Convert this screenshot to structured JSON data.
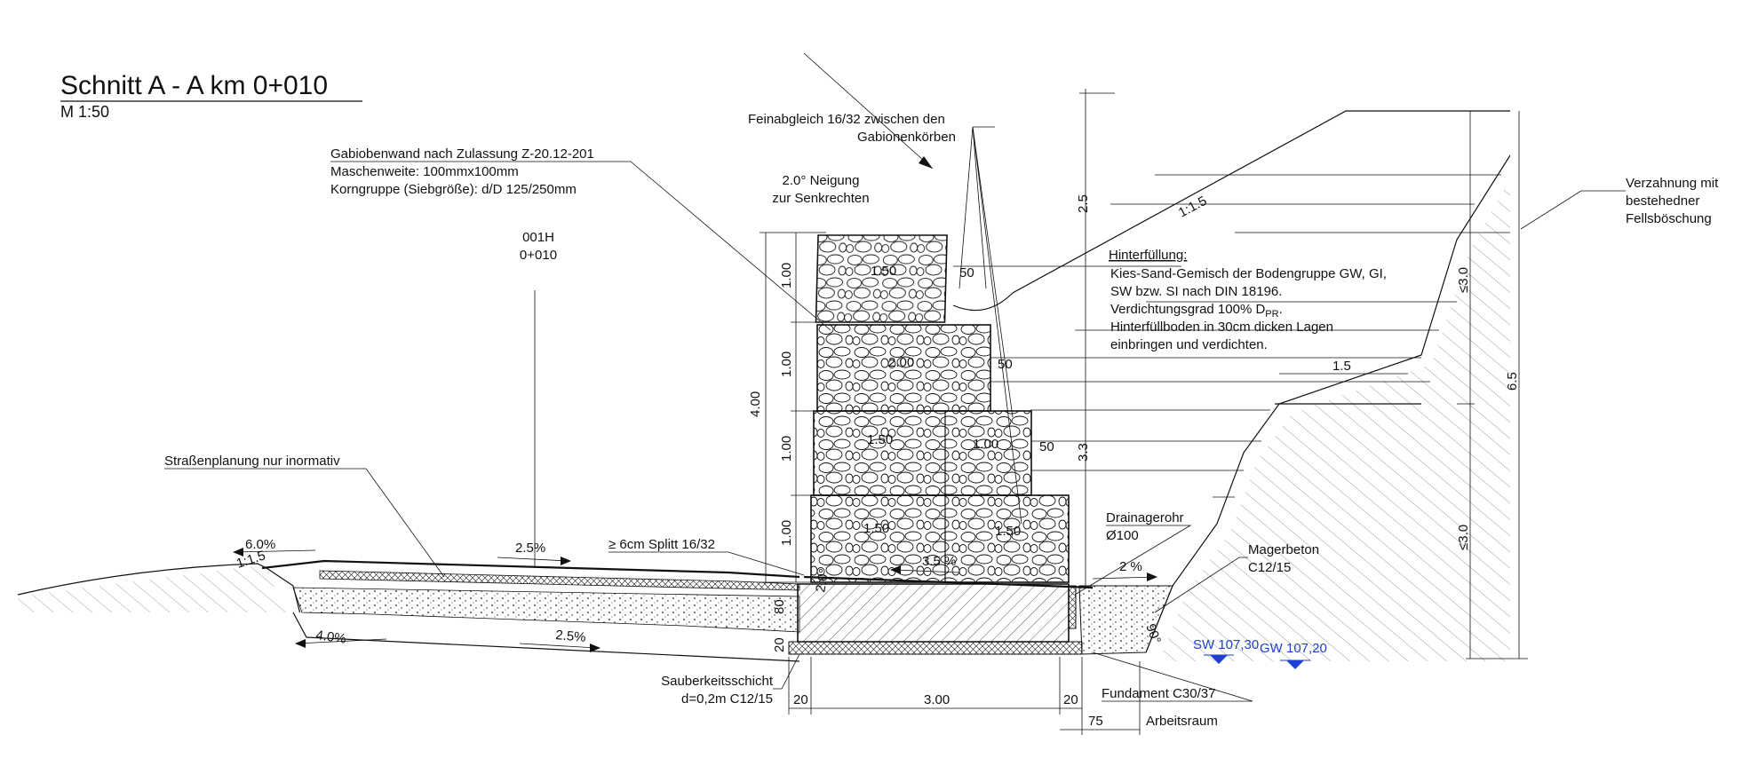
{
  "title": "Schnitt A - A km 0+010",
  "scale": "M 1:50",
  "station": {
    "id": "001H",
    "km": "0+010"
  },
  "labels": {
    "gabion_l1": "Gabiobenwand nach Zulassung Z-20.12-201",
    "gabion_l2": "Maschenweite: 100mmx100mm",
    "gabion_l3": "Korngruppe (Siebgröße): d/D 125/250mm",
    "fein_l1": "Feinabgleich 16/32 zwischen den",
    "fein_l2": "Gabionenkörben",
    "neig_l1": "2.0° Neigung",
    "neig_l2": "zur Senkrechten",
    "hinter_title": "Hinterfüllung:",
    "hinter_l1": "Kies-Sand-Gemisch der Bodengruppe GW, GI,",
    "hinter_l2": "SW bzw. SI nach DIN 18196.",
    "hinter_l3_pre": "Verdichtungsgrad 100% D",
    "hinter_l3_sub": "PR",
    "hinter_l3_post": ".",
    "hinter_l4": "Hinterfüllboden in 30cm dicken Lagen",
    "hinter_l5": "einbringen und verdichten.",
    "verz_l1": "Verzahnung mit",
    "verz_l2": "bestehedner",
    "verz_l3": "Fellsböschung",
    "strasse": "Straßenplanung nur inormativ",
    "splitt": "≥ 6cm Splitt 16/32",
    "drain_l1": "Drainagerohr",
    "drain_l2": "Ø100",
    "mager_l1": "Magerbeton",
    "mager_l2": "C12/15",
    "sauber_l1": "Sauberkeitsschicht",
    "sauber_l2": "d=0,2m C12/15",
    "fundament": "Fundament C30/37",
    "arbeitsraum": "Arbeitsraum",
    "sw": "SW 107,30",
    "gw": "GW 107,20"
  },
  "dims": {
    "h4": "4.00",
    "h1a": "1.00",
    "h1b": "1.00",
    "h1c": "1.00",
    "h1d": "1.00",
    "b150a": "1.50",
    "b200": "2.00",
    "b150b": "1.50",
    "b100": "1.00",
    "b150c": "1.50",
    "b150d": "1.50",
    "s50a": "50",
    "s50b": "50",
    "s50c": "50",
    "d33": "3.3",
    "d25": "2.5",
    "d65": "6.5",
    "d30a": "≤3.0",
    "d30b": "≤3.0",
    "d15": "1.5",
    "slope": "1:1.5",
    "slope_left": "1:1.5",
    "p60": "6.0%",
    "p25a": "2.5%",
    "p40": "4.0%",
    "p25b": "2.5%",
    "p35": "3.5 %",
    "p2": "2 %",
    "p20deg": "2.0°",
    "d80": "80",
    "d20v": "20",
    "d20l": "20",
    "d300": "3.00",
    "d20r": "20",
    "d75": "75",
    "d90": "90°"
  },
  "colors": {
    "line": "#111111",
    "water": "#1e3fd1"
  }
}
